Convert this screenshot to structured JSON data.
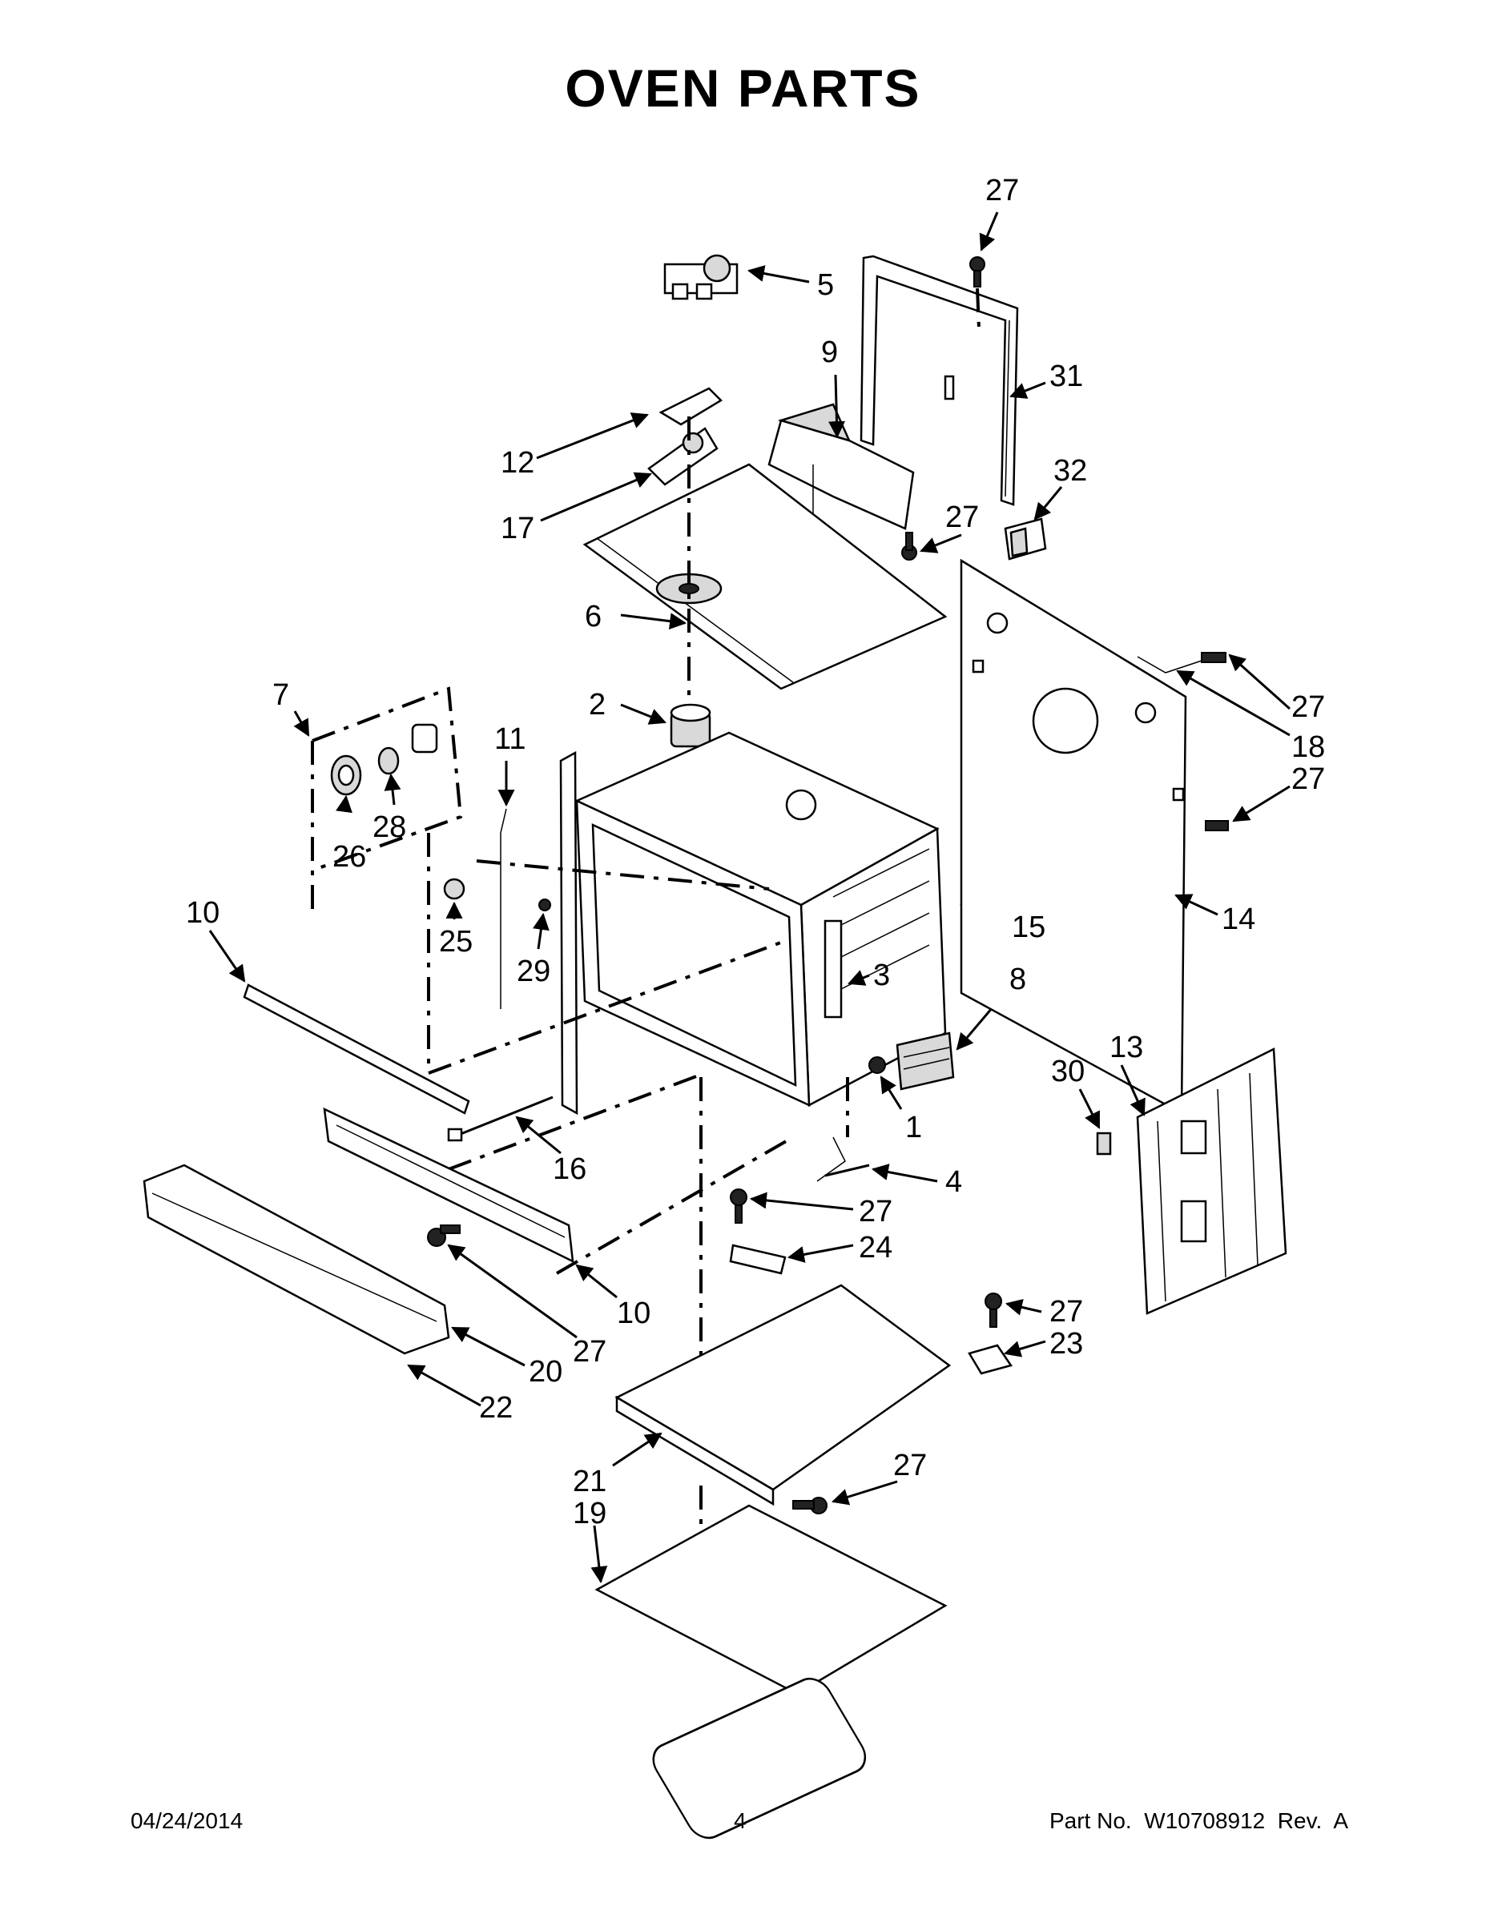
{
  "title": "OVEN PARTS",
  "callouts": {
    "c1": "1",
    "c2": "2",
    "c3": "3",
    "c4": "4",
    "c5": "5",
    "c6": "6",
    "c7": "7",
    "c8": "8",
    "c9": "9",
    "c10a": "10",
    "c10b": "10",
    "c11": "11",
    "c12": "12",
    "c13": "13",
    "c14": "14",
    "c15": "15",
    "c16": "16",
    "c17": "17",
    "c18": "18",
    "c19": "19",
    "c20": "20",
    "c21": "21",
    "c22": "22",
    "c23": "23",
    "c24": "24",
    "c25": "25",
    "c26": "26",
    "c27a": "27",
    "c27b": "27",
    "c27c": "27",
    "c27d": "27",
    "c27e": "27",
    "c27f": "27",
    "c27g": "27",
    "c27h": "27",
    "c28": "28",
    "c29": "29",
    "c30": "30",
    "c31": "31",
    "c32": "32"
  },
  "footer": {
    "date": "04/24/2014",
    "page": "4",
    "part_no": "Part No.  W10708912  Rev.  A"
  }
}
